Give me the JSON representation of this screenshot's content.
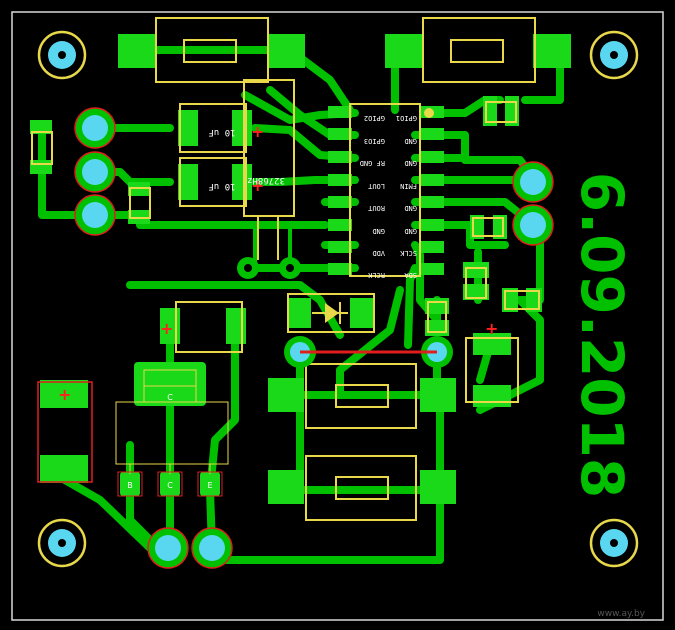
{
  "board": {
    "date_text": "6.09.2018",
    "watermark": "www.ay.by",
    "colors": {
      "background": "#000000",
      "copper": "#00c000",
      "pad_bright": "#19d919",
      "via_fill": "#5ad7f0",
      "via_ring": "#e01e1e",
      "silkscreen": "#e8d84a",
      "outline": "#d8d8d8",
      "jumper": "#e01e1e",
      "polarity": "#ff2020"
    }
  },
  "ic": {
    "left_pins": [
      "GPIO2",
      "GPIO3",
      "RF GND",
      "LOUT",
      "ROUT",
      "GND",
      "VDD",
      "RCLK"
    ],
    "right_pins": [
      "GPIO1",
      "GND",
      "GND",
      "FMIN",
      "GND",
      "GND",
      "SCLK",
      "SDA"
    ]
  },
  "labels": {
    "cap_upper": "10 uF",
    "cap_lower": "10 uF",
    "crystal": "32768Hz",
    "regulator": "C",
    "pin_b": "B",
    "pin_c": "C",
    "pin_e": "E",
    "polarity_mark": "+"
  }
}
